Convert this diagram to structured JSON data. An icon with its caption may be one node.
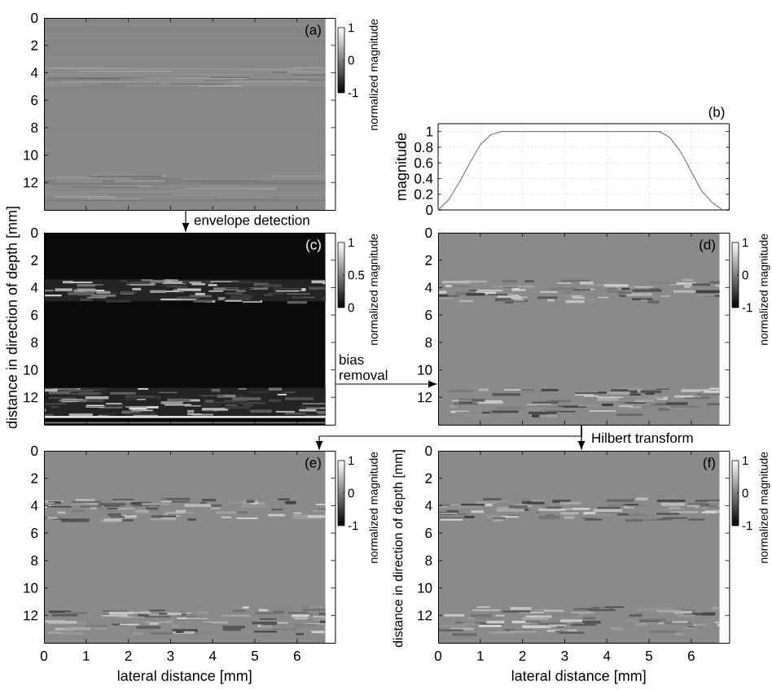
{
  "diagram": {
    "nodes": [
      {
        "text": [
          "(a)"
        ],
        "beside": [
          "0",
          "2",
          "4",
          "6",
          "8",
          "10",
          "12",
          "1",
          "0",
          "-1",
          "normalized magnitude"
        ]
      },
      {
        "text": [
          "(c)"
        ],
        "beside": [
          "0",
          "2",
          "4",
          "6",
          "8",
          "10",
          "12",
          "1",
          "0.5",
          "0",
          "normalized magnitude"
        ]
      },
      {
        "text": [
          "(d)"
        ],
        "beside": [
          "0",
          "2",
          "4",
          "6",
          "8",
          "10",
          "12",
          "1",
          "0",
          "-1",
          "normalized magnitude"
        ]
      },
      {
        "text": [
          "(e)"
        ],
        "beside": [
          "0",
          "2",
          "4",
          "6",
          "8",
          "10",
          "12",
          "1",
          "0",
          "-1",
          "normalized magnitude",
          "0",
          "1",
          "2",
          "3",
          "4",
          "5",
          "6",
          "lateral distance [mm]"
        ]
      },
      {
        "text": [
          "(f)"
        ],
        "beside": [
          "0",
          "2",
          "4",
          "6",
          "8",
          "10",
          "12",
          "1",
          "0",
          "-1",
          "normalized magnitude",
          "0",
          "1",
          "2",
          "3",
          "4",
          "5",
          "6",
          "lateral distance [mm]"
        ]
      }
    ],
    "edges": [
      {
        "from": 0,
        "to": 1,
        "arrow": "to",
        "label": "envelope detection"
      },
      {
        "from": 1,
        "to": 2,
        "arrow": "to",
        "label": "bias removal"
      },
      {
        "from": 2,
        "to": 3,
        "arrow": "to"
      },
      {
        "from": 2,
        "to": 4,
        "arrow": "to",
        "label": "Hilbert transform"
      }
    ],
    "labels": [
      "distance in direction of depth [mm]",
      "distance in direction of depth [mm]"
    ],
    "chart_data": {
      "type": "line",
      "title": "(b)",
      "ylabel": "magnitude",
      "categories": [
        null,
        null,
        null,
        null,
        null,
        null,
        null,
        null,
        null,
        null,
        null,
        null,
        null,
        null,
        null,
        null,
        null,
        null,
        null,
        null,
        null,
        null,
        null,
        null,
        null,
        null,
        null,
        null
      ],
      "series": [
        {
          "color": "#7f7f7f",
          "values": [
            0,
            0.13,
            0.35,
            0.6,
            0.83,
            0.96,
            1,
            1,
            1,
            1,
            1,
            1,
            1,
            1,
            1,
            1,
            1,
            1,
            1,
            1,
            1,
            1,
            0.92,
            0.74,
            0.49,
            0.24,
            0.09,
            0
          ]
        }
      ],
      "ylim": [
        0,
        1.1
      ],
      "yticks": [
        0,
        0.2,
        0.4,
        0.6,
        0.8,
        1
      ],
      "grid": true
    }
  }
}
